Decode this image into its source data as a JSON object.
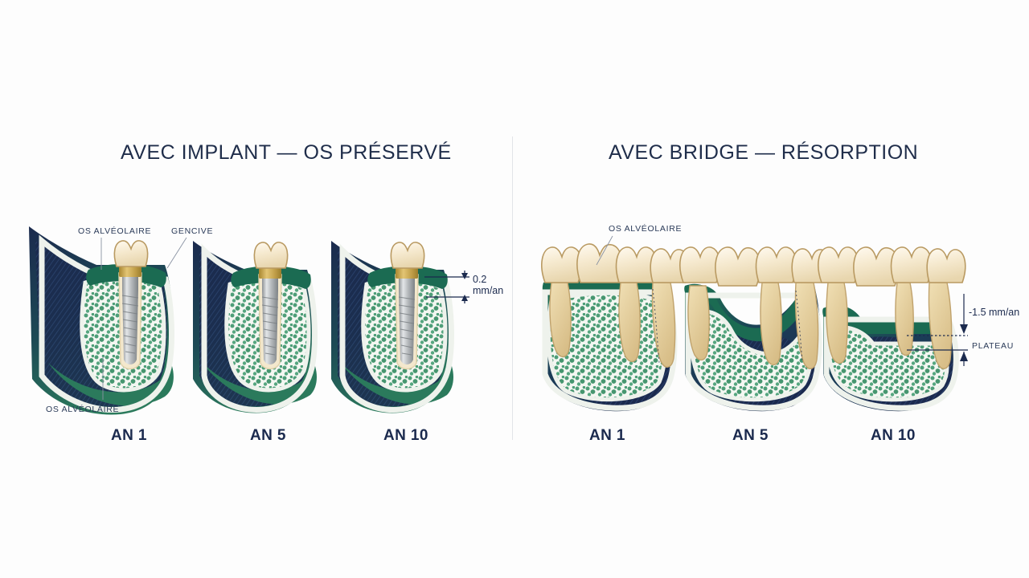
{
  "panels": {
    "left": {
      "title": "AVEC IMPLANT — OS PRÉSERVÉ",
      "stages": [
        {
          "caption": "AN 1"
        },
        {
          "caption": "AN 5"
        },
        {
          "caption": "AN 10"
        }
      ],
      "annotations": {
        "bone_top": "OS ALVÉOLAIRE",
        "gum": "GENCIVE",
        "bone_bottom": "OS ALVÉOLAIRE",
        "measure_value": "0.2",
        "measure_unit": "mm/an"
      }
    },
    "right": {
      "title": "AVEC BRIDGE — RÉSORPTION",
      "stages": [
        {
          "caption": "AN 1"
        },
        {
          "caption": "AN 5"
        },
        {
          "caption": "AN 10"
        }
      ],
      "annotations": {
        "bone_top": "OS ALVÉOLAIRE",
        "measure_rate": "-1.5 mm/an",
        "plateau": "PLATEAU"
      }
    }
  },
  "colors": {
    "background": "#fdfdfd",
    "title_navy": "#1f2d4a",
    "caption_navy": "#1b2a4e",
    "divider": "#e2e4e8",
    "jaw_navy": "#1b2a4e",
    "gum_green": "#1b6b52",
    "bone_green": "#2f8a63",
    "trabecular_green": "#4a9c74",
    "cortical_cream": "#f2f4ef",
    "tooth_cream": "#f7eed6",
    "tooth_outline": "#b99a62",
    "root_tan": "#e8d3a4",
    "implant_grey": "#b9bcbf",
    "implant_dark": "#808487",
    "abutment_gold": "#c9a24a",
    "leader_line": "#8a93a3"
  }
}
